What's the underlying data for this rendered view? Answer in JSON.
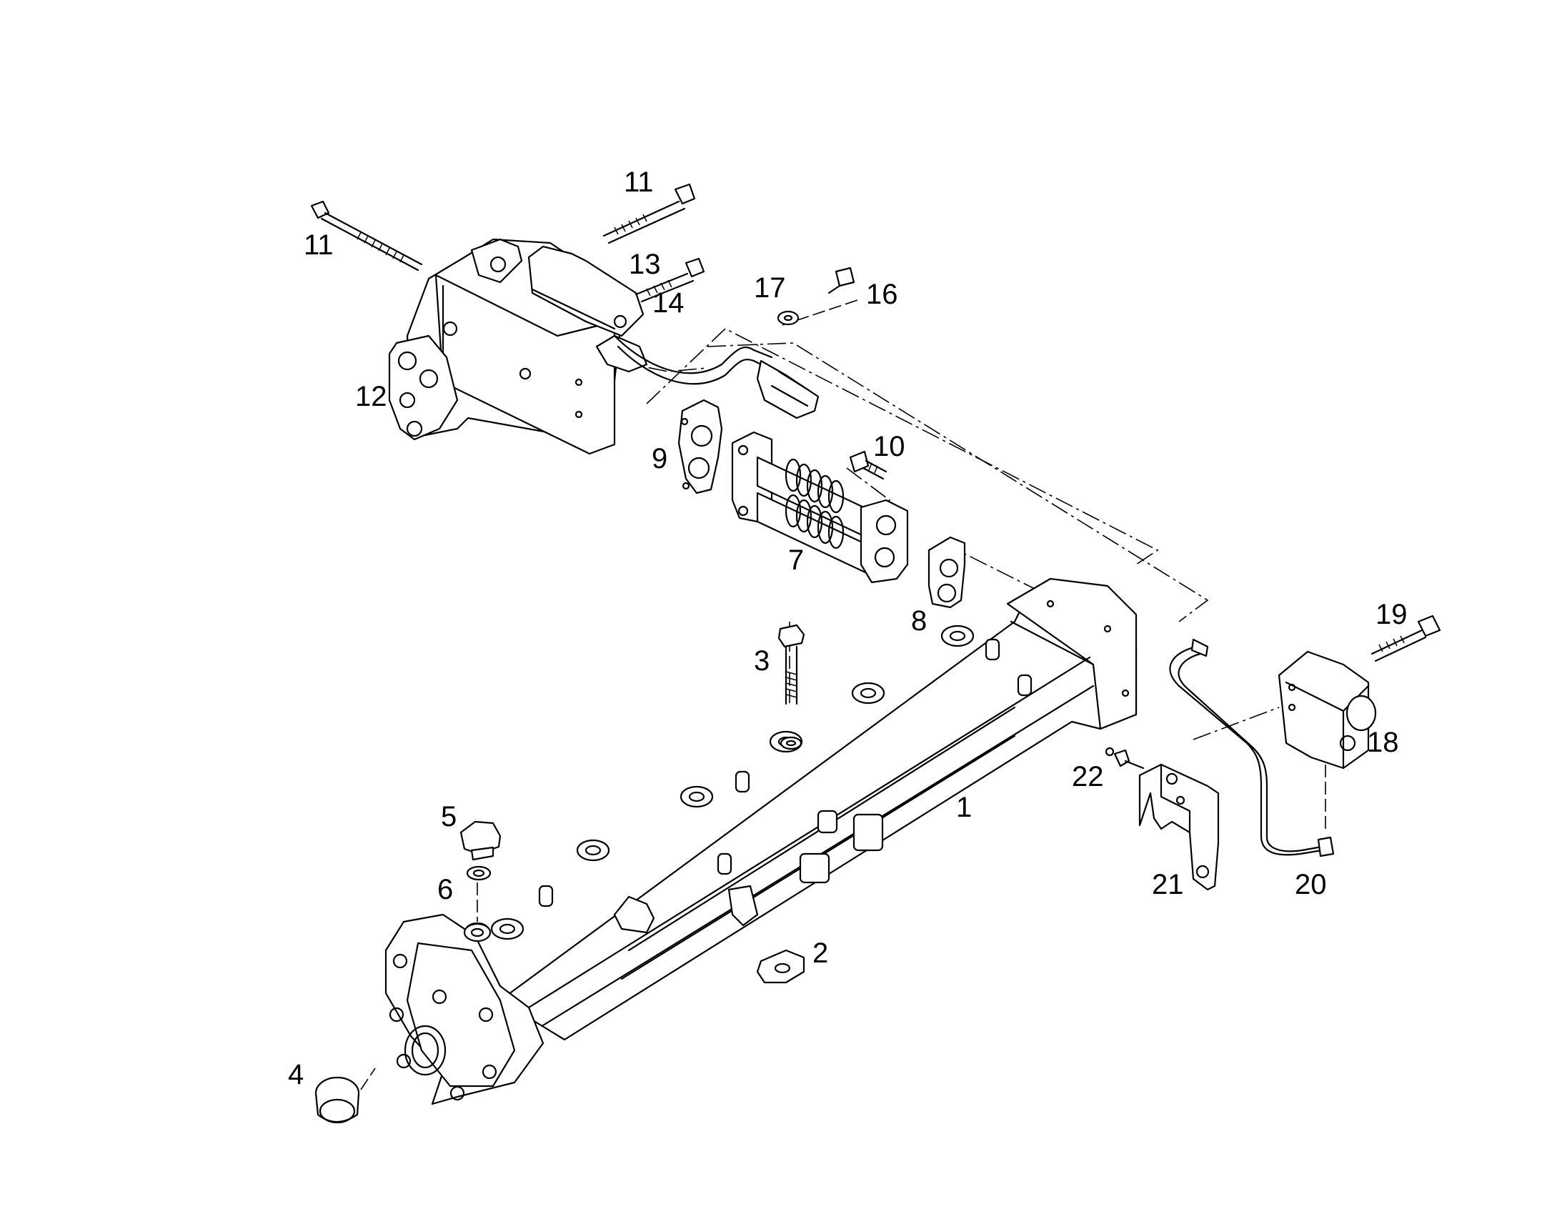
{
  "diagram": {
    "part_callouts": [
      {
        "key": "c1",
        "text": "1"
      },
      {
        "key": "c2",
        "text": "2"
      },
      {
        "key": "c3",
        "text": "3"
      },
      {
        "key": "c4",
        "text": "4"
      },
      {
        "key": "c5",
        "text": "5"
      },
      {
        "key": "c6",
        "text": "6"
      },
      {
        "key": "c7",
        "text": "7"
      },
      {
        "key": "c8",
        "text": "8"
      },
      {
        "key": "c9",
        "text": "9"
      },
      {
        "key": "c10",
        "text": "10"
      },
      {
        "key": "c11a",
        "text": "11"
      },
      {
        "key": "c11b",
        "text": "11"
      },
      {
        "key": "c12",
        "text": "12"
      },
      {
        "key": "c13",
        "text": "13"
      },
      {
        "key": "c14",
        "text": "14"
      },
      {
        "key": "c16",
        "text": "16"
      },
      {
        "key": "c17",
        "text": "17"
      },
      {
        "key": "c18",
        "text": "18"
      },
      {
        "key": "c19",
        "text": "19"
      },
      {
        "key": "c20",
        "text": "20"
      },
      {
        "key": "c21",
        "text": "21"
      },
      {
        "key": "c22",
        "text": "22"
      }
    ],
    "colors": {
      "line": "#000000",
      "background": "#ffffff"
    }
  }
}
